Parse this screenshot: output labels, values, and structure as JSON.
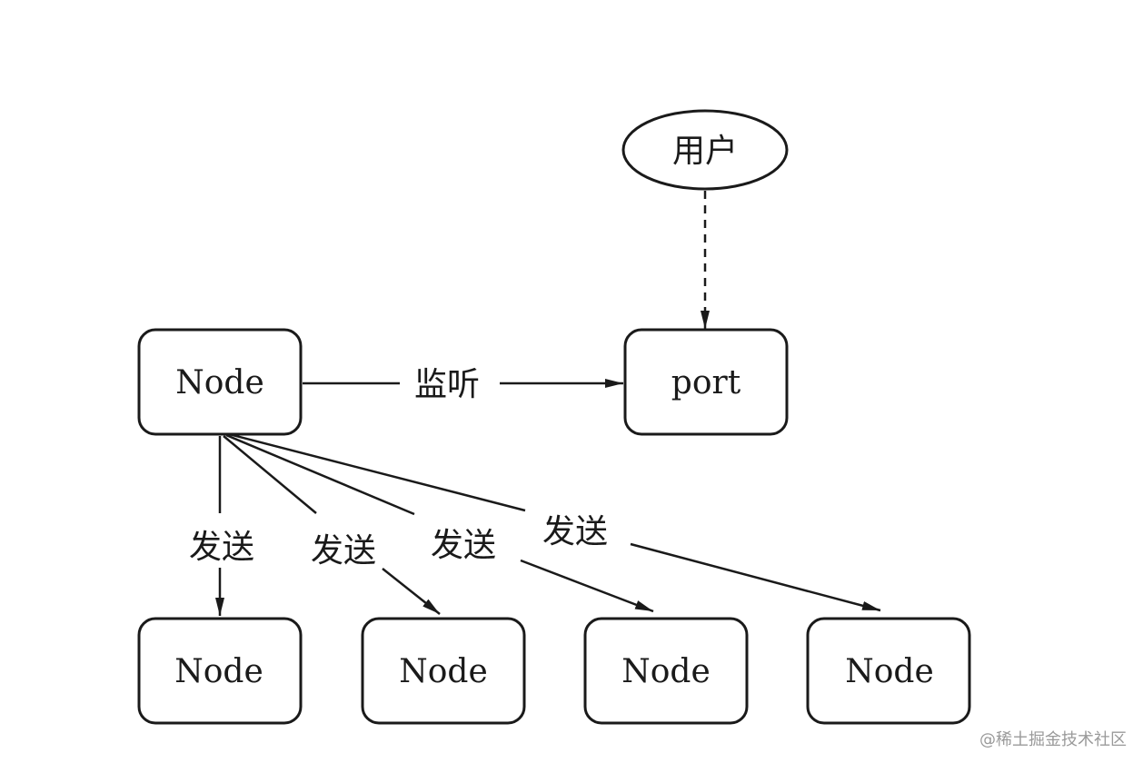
{
  "nodes": {
    "user": "用户",
    "source": "Node",
    "port": "port",
    "targets": [
      "Node",
      "Node",
      "Node",
      "Node"
    ]
  },
  "edges": {
    "listen_label": "监听",
    "send_labels": [
      "发送",
      "发送",
      "发送",
      "发送"
    ]
  },
  "watermark": "@稀土掘金技术社区"
}
